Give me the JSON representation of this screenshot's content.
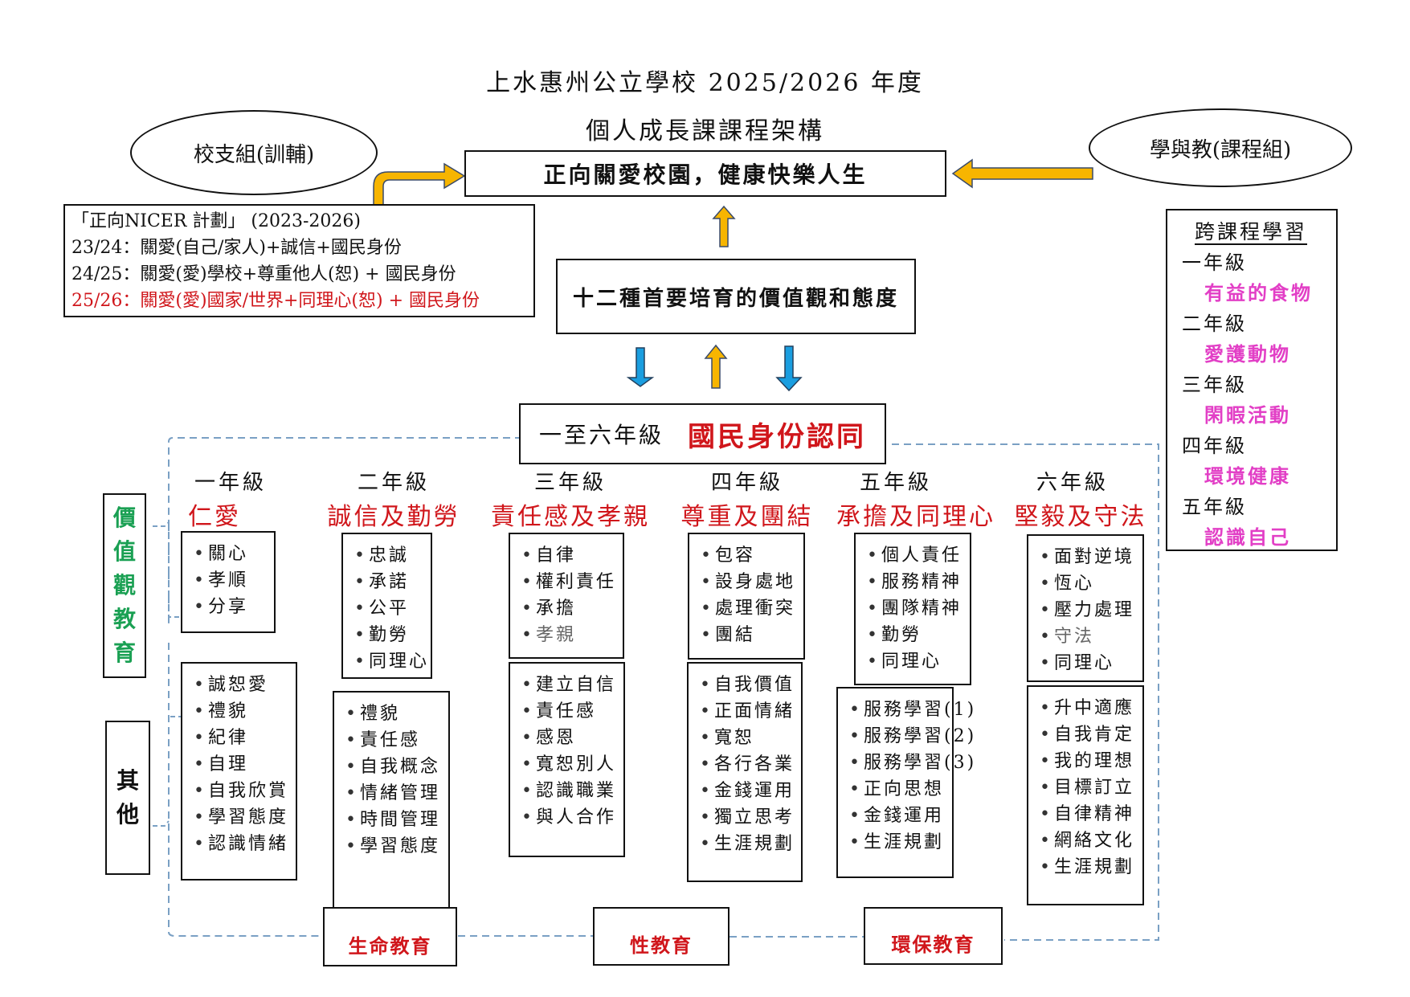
{
  "header": {
    "school_line": "上水惠州公立學校 2025/2026 年度",
    "subtitle": "個人成長課課程架構"
  },
  "top_goal": "正向關愛校園，健康快樂人生",
  "left_group": "校支組(訓輔)",
  "right_group": "學與教(課程組)",
  "nicer_plan": {
    "heading": "「正向NICER 計劃」 (2023-2026)",
    "lines": [
      {
        "text": "23/24：關愛(自己/家人)+誠信+國民身份",
        "highlight": false
      },
      {
        "text": "24/25：關愛(愛)學校+尊重他人(恕) + 國民身份",
        "highlight": false
      },
      {
        "text": "25/26：關愛(愛)國家/世界+同理心(恕) + 國民身份",
        "highlight": true
      }
    ]
  },
  "core_values": "十二種首要培育的價值觀和態度",
  "national_identity": {
    "grades": "一至六年級",
    "label": "國民身份認同"
  },
  "cross_curricular": {
    "title": "跨課程學習",
    "items": [
      {
        "grade": "一年級",
        "topic": "有益的食物"
      },
      {
        "grade": "二年級",
        "topic": "愛護動物"
      },
      {
        "grade": "三年級",
        "topic": "閑暇活動"
      },
      {
        "grade": "四年級",
        "topic": "環境健康"
      },
      {
        "grade": "五年級",
        "topic": "認識自己"
      }
    ]
  },
  "side_labels": {
    "values_education": [
      "價",
      "值",
      "觀",
      "教",
      "育"
    ],
    "others": [
      "其",
      "他"
    ]
  },
  "grades": [
    {
      "grade": "一年級",
      "theme": "仁愛",
      "values": [
        {
          "t": "關心"
        },
        {
          "t": "孝順"
        },
        {
          "t": "分享"
        }
      ],
      "others": [
        {
          "t": "誠恕愛"
        },
        {
          "t": "禮貌"
        },
        {
          "t": "紀律"
        },
        {
          "t": "自理"
        },
        {
          "t": "自我欣賞"
        },
        {
          "t": "學習態度"
        },
        {
          "t": "認識情緒"
        }
      ]
    },
    {
      "grade": "二年級",
      "theme": "誠信及勤勞",
      "values": [
        {
          "t": "忠誠"
        },
        {
          "t": "承諾"
        },
        {
          "t": "公平"
        },
        {
          "t": "勤勞"
        },
        {
          "t": "同理心"
        }
      ],
      "others": [
        {
          "t": "禮貌"
        },
        {
          "t": "責任感"
        },
        {
          "t": "自我概念"
        },
        {
          "t": "情緒管理"
        },
        {
          "t": "時間管理"
        },
        {
          "t": "學習態度"
        }
      ]
    },
    {
      "grade": "三年級",
      "theme": "責任感及孝親",
      "values": [
        {
          "t": "自律"
        },
        {
          "t": "權利責任"
        },
        {
          "t": "承擔"
        },
        {
          "t": "孝親",
          "grey": true
        }
      ],
      "others": [
        {
          "t": "建立自信"
        },
        {
          "t": "責任感"
        },
        {
          "t": "感恩"
        },
        {
          "t": "寬恕別人"
        },
        {
          "t": "認識職業"
        },
        {
          "t": "與人合作"
        }
      ]
    },
    {
      "grade": "四年級",
      "theme": "尊重及團結",
      "values": [
        {
          "t": "包容"
        },
        {
          "t": "設身處地"
        },
        {
          "t": "處理衝突"
        },
        {
          "t": "團結"
        }
      ],
      "others": [
        {
          "t": "自我價值"
        },
        {
          "t": "正面情緒"
        },
        {
          "t": "寬恕"
        },
        {
          "t": "各行各業"
        },
        {
          "t": "金錢運用"
        },
        {
          "t": "獨立思考"
        },
        {
          "t": "生涯規劃"
        }
      ]
    },
    {
      "grade": "五年級",
      "theme": "承擔及同理心",
      "values": [
        {
          "t": "個人責任"
        },
        {
          "t": "服務精神"
        },
        {
          "t": "團隊精神"
        },
        {
          "t": "勤勞"
        },
        {
          "t": "同理心"
        }
      ],
      "others": [
        {
          "t": "服務學習(1)"
        },
        {
          "t": "服務學習(2)"
        },
        {
          "t": "服務學習(3)"
        },
        {
          "t": "正向思想"
        },
        {
          "t": "金錢運用"
        },
        {
          "t": "生涯規劃"
        }
      ]
    },
    {
      "grade": "六年級",
      "theme": "堅毅及守法",
      "values": [
        {
          "t": "面對逆境"
        },
        {
          "t": "恆心"
        },
        {
          "t": "壓力處理"
        },
        {
          "t": "守法",
          "grey": true
        },
        {
          "t": "同理心"
        }
      ],
      "others": [
        {
          "t": "升中適應"
        },
        {
          "t": "自我肯定"
        },
        {
          "t": "我的理想"
        },
        {
          "t": "目標訂立"
        },
        {
          "t": "自律精神"
        },
        {
          "t": "網絡文化"
        },
        {
          "t": "生涯規劃"
        }
      ]
    }
  ],
  "bottom_topics": [
    "生命教育",
    "性教育",
    "環保教育"
  ],
  "colors": {
    "arrow_gold": "#f7b500",
    "arrow_blue": "#1a9ee0",
    "theme_red": "#d0161b",
    "values_green": "#1aa053",
    "topic_magenta": "#e23fc6",
    "dashed_line": "#7aa0c4"
  }
}
